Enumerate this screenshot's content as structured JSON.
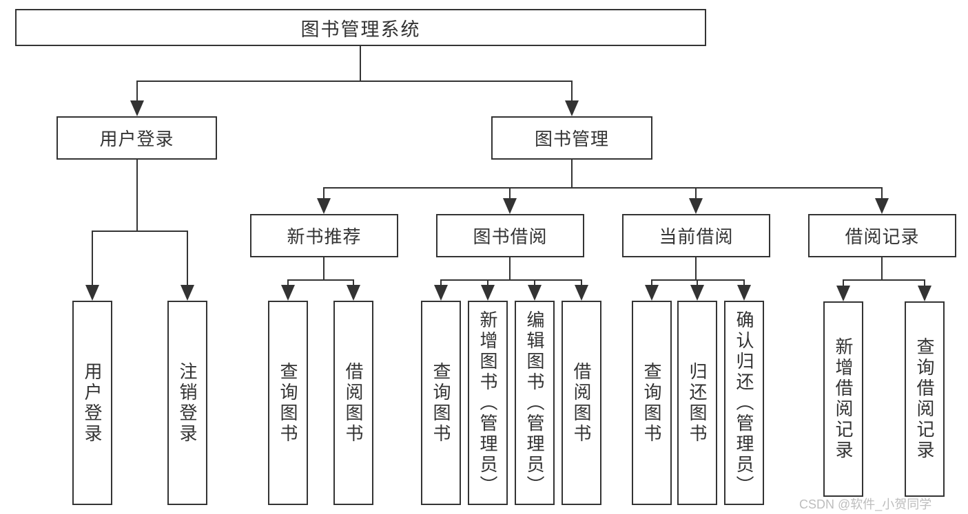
{
  "colors": {
    "line": "#333333",
    "text": "#333333",
    "watermark": "#bdbdbd",
    "background": "#ffffff"
  },
  "tree": {
    "root": "图书管理系统",
    "children": [
      {
        "label": "用户登录",
        "children": [
          "用户登录",
          "注销登录"
        ]
      },
      {
        "label": "图书管理",
        "children": [
          {
            "label": "新书推荐",
            "children": [
              "查询图书",
              "借阅图书"
            ]
          },
          {
            "label": "图书借阅",
            "children": [
              "查询图书",
              "新增图书（管理员）",
              "编辑图书（管理员）",
              "借阅图书"
            ]
          },
          {
            "label": "当前借阅",
            "children": [
              "查询图书",
              "归还图书",
              "确认归还（管理员）"
            ]
          },
          {
            "label": "借阅记录",
            "children": [
              "新增借阅记录",
              "查询借阅记录"
            ]
          }
        ]
      }
    ]
  },
  "watermark": {
    "text": "CSDN @软件_小贺同学"
  }
}
